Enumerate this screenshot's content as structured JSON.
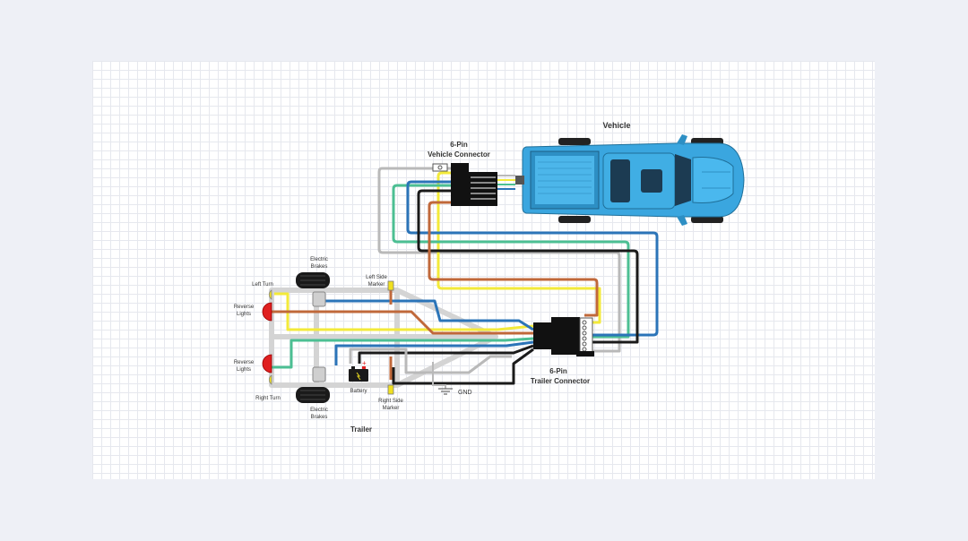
{
  "labels": {
    "vehicle": "Vehicle",
    "vehicle_connector_1": "6-Pin",
    "vehicle_connector_2": "Vehicle Connector",
    "trailer_connector_1": "6-Pin",
    "trailer_connector_2": "Trailer Connector",
    "electric_brakes_top_1": "Electric",
    "electric_brakes_top_2": "Brakes",
    "electric_brakes_bottom_1": "Electric",
    "electric_brakes_bottom_2": "Brakes",
    "left_turn": "Left Turn",
    "right_turn": "Right Turn",
    "reverse_lights_top_1": "Reverse",
    "reverse_lights_top_2": "Lights",
    "reverse_lights_bottom_1": "Reverse",
    "reverse_lights_bottom_2": "Lights",
    "left_side_marker_1": "Left Side",
    "left_side_marker_2": "Marker",
    "right_side_marker_1": "Right Side",
    "right_side_marker_2": "Marker",
    "battery": "Battery",
    "gnd": "GND",
    "trailer": "Trailer"
  },
  "colors": {
    "wire_gray": "#b9b9b9",
    "wire_yellow": "#f3ea3a",
    "wire_brown": "#c0683a",
    "wire_green": "#4cbf93",
    "wire_blue": "#2b74b8",
    "wire_black": "#1a1a1a",
    "vehicle_body": "#3aa6df",
    "frame": "#d4d4d4",
    "lamp_red": "#e02020",
    "lamp_yellow": "#f0e020"
  }
}
